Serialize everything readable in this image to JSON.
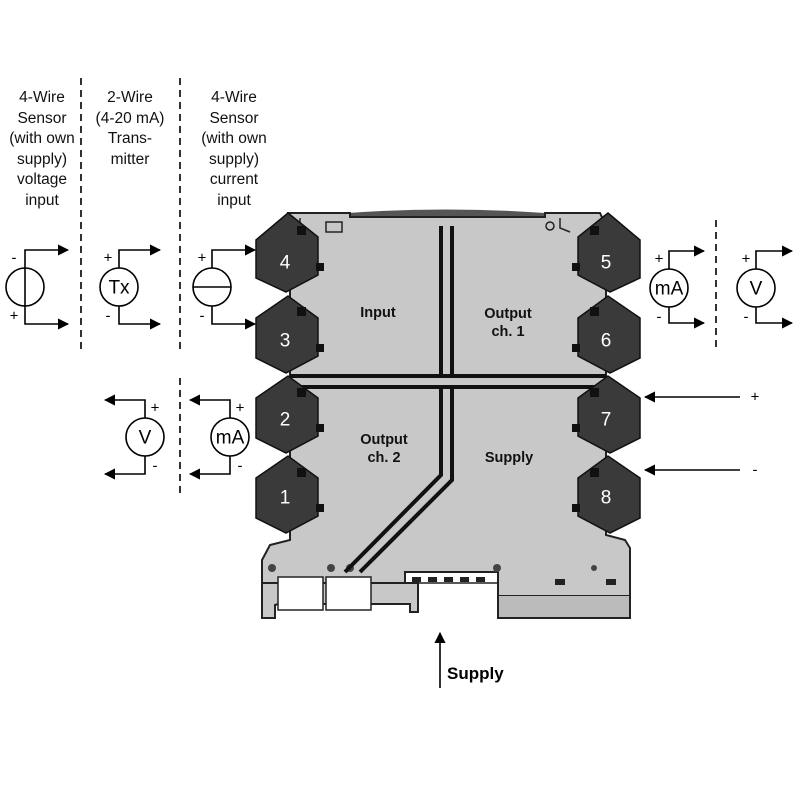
{
  "headers": {
    "col1": "4-Wire\nSensor\n(with own\nsupply)\nvoltage\ninput",
    "col2": "2-Wire\n(4-20 mA)\nTrans-\nmitter",
    "col3": "4-Wire\nSensor\n(with own\nsupply)\ncurrent\ninput"
  },
  "module": {
    "sections": {
      "input": "Input",
      "output1_line1": "Output",
      "output1_line2": "ch. 1",
      "output2_line1": "Output",
      "output2_line2": "ch. 2",
      "supply": "Supply"
    },
    "terminals": [
      "1",
      "2",
      "3",
      "4",
      "5",
      "6",
      "7",
      "8"
    ]
  },
  "symbols": {
    "tx": "Tx",
    "ma": "mA",
    "v": "V",
    "plus": "+",
    "minus": "-"
  },
  "supply_label": "Supply",
  "colors": {
    "housing": "#c8c8c8",
    "terminal_block": "#3a3a3a",
    "lines": "#000000"
  }
}
